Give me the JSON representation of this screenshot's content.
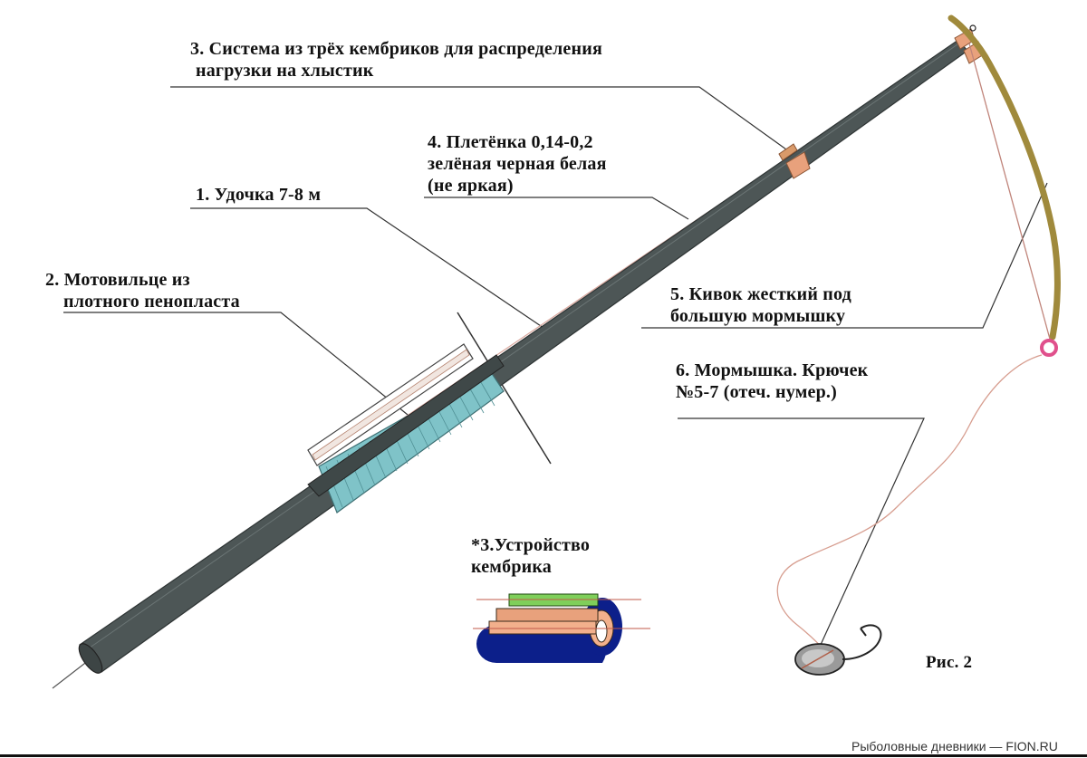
{
  "labels": {
    "label3": [
      "3. Система из трёх кембриков для распределения",
      "нагрузки на хлыстик"
    ],
    "label4": [
      "4. Плетёнка 0,14-0,2",
      "зелёная черная белая",
      "(не яркая)"
    ],
    "label1": [
      "1. Удочка 7-8 м"
    ],
    "label2": [
      "2. Мотовильце из",
      "плотного пенопласта"
    ],
    "label5": [
      "5. Кивок жесткий под",
      "большую мормышку"
    ],
    "label6": [
      "6. Мормышка. Крючек",
      "№5-7 (отеч. нумер.)"
    ]
  },
  "inset": {
    "title": [
      "*3.Устройство",
      "кембрика"
    ]
  },
  "figure_number": "Рис. 2",
  "credit": "Рыболовные дневники — FION.RU",
  "colors": {
    "rod": "#4d5656",
    "rod_dark": "#2e3434",
    "reel_foam": "#7fc3c8",
    "whip": "#a08a3c",
    "cambric": "#e8a17c",
    "cambric_green": "#7fcf5a",
    "cambric_blue": "#0c1f8a",
    "line": "#c0847a",
    "jig_bead": "#e0508c",
    "leader": "#333333"
  }
}
